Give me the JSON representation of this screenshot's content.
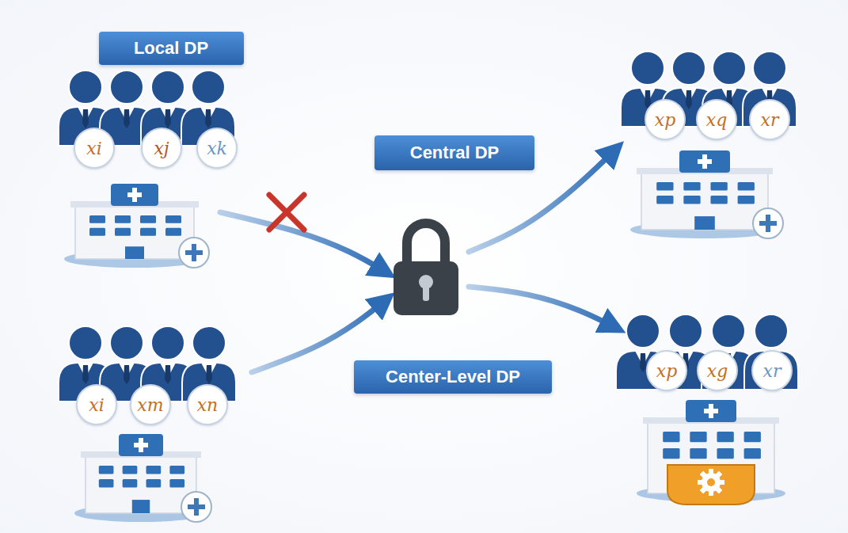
{
  "diagram": {
    "nodes": [
      {
        "text": [
          "Local DP"
        ]
      },
      {
        "text": [
          "xi"
        ]
      },
      {
        "text": [
          "xj"
        ]
      },
      {
        "text": [
          "xk"
        ]
      },
      {
        "text": [
          "xp"
        ]
      },
      {
        "text": [
          "xq"
        ]
      },
      {
        "text": [
          "xr"
        ]
      },
      {
        "text": [
          "Central DP"
        ]
      },
      {
        "text": [
          "xi"
        ]
      },
      {
        "text": [
          "xm"
        ]
      },
      {
        "text": [
          "xn"
        ]
      },
      {
        "text": [
          "Center-Level DP"
        ]
      },
      {
        "text": [
          "xp"
        ]
      },
      {
        "text": [
          "xg"
        ]
      },
      {
        "text": [
          "xr"
        ]
      }
    ]
  }
}
